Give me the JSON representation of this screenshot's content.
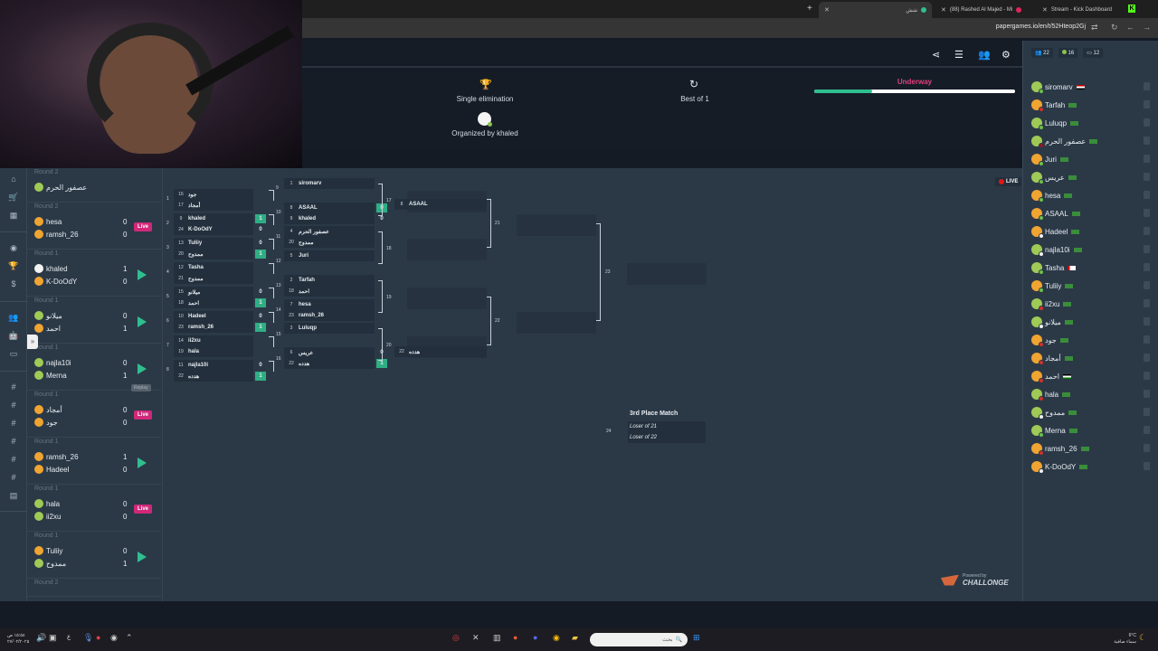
{
  "browser": {
    "tabs": [
      {
        "label": "شش",
        "active": true
      },
      {
        "label": "(88) Rashed Al Majed - Mi",
        "active": false
      },
      {
        "label": "Stream - Kick Dashboard",
        "active": false
      }
    ],
    "new_tab": "+",
    "url": "papergames.io/en/t/52Hteop2Gj"
  },
  "header": {
    "icons": [
      "share-icon",
      "list-icon",
      "users-icon",
      "gear-icon"
    ],
    "format": "Single elimination",
    "best_of": "Best of 1",
    "organizer": "Organized by khaled",
    "status": "Underway",
    "progress_fraction": 0.29,
    "accent_color": "#2fbf8f",
    "status_color": "#e0407e"
  },
  "stats": {
    "players": "22",
    "online": "16",
    "bots": "12"
  },
  "players": [
    {
      "name": "siromarv",
      "av": "g",
      "st": "#6cc04a",
      "flag": "eg"
    },
    {
      "name": "Tarfah",
      "av": "y",
      "st": "#d0312d",
      "flag": "sa"
    },
    {
      "name": "Luluqp",
      "av": "g",
      "st": "#6cc04a",
      "flag": "sa"
    },
    {
      "name": "عصفور الحرم",
      "av": "g",
      "st": "#8b1a2a",
      "flag": "sa"
    },
    {
      "name": "Juri",
      "av": "y",
      "st": "#6cc04a",
      "flag": "sa"
    },
    {
      "name": "عريس",
      "av": "g",
      "st": "#6cc04a",
      "flag": "sa"
    },
    {
      "name": "hesa",
      "av": "y",
      "st": "#6cc04a",
      "flag": "sa"
    },
    {
      "name": "ASAAL",
      "av": "y",
      "st": "#6cc04a",
      "flag": "sa"
    },
    {
      "name": "Hadeel",
      "av": "y",
      "st": "#f2f2f2",
      "flag": "sa"
    },
    {
      "name": "najla10i",
      "av": "g",
      "st": "#f2f2f2",
      "flag": "sa"
    },
    {
      "name": "Tasha",
      "av": "g",
      "st": "#6cc04a",
      "flag": "ae"
    },
    {
      "name": "Tuliiy",
      "av": "y",
      "st": "#6cc04a",
      "flag": "sa"
    },
    {
      "name": "ii2xu",
      "av": "g",
      "st": "#d0312d",
      "flag": "sa"
    },
    {
      "name": "ميلانو",
      "av": "g",
      "st": "#f2f2f2",
      "flag": "sa"
    },
    {
      "name": "جود",
      "av": "y",
      "st": "#d0312d",
      "flag": "sa"
    },
    {
      "name": "أمجاد",
      "av": "y",
      "st": "#d0312d",
      "flag": "sa"
    },
    {
      "name": "احمد",
      "av": "y",
      "st": "#d0312d",
      "flag": "jo"
    },
    {
      "name": "hala",
      "av": "g",
      "st": "#d0312d",
      "flag": "sa"
    },
    {
      "name": "ممدوح",
      "av": "g",
      "st": "#f2f2f2",
      "flag": "sa"
    },
    {
      "name": "Merna",
      "av": "g",
      "st": "#6cc04a",
      "flag": "sa"
    },
    {
      "name": "ramsh_26",
      "av": "y",
      "st": "#d0312d",
      "flag": "sa"
    },
    {
      "name": "K-DoOdY",
      "av": "y",
      "st": "#f2f2f2",
      "flag": "sa"
    }
  ],
  "matches": [
    {
      "round": "Round 2",
      "p1": "عصفور الحرم",
      "s1": "",
      "p2": "",
      "s2": "",
      "action": "none",
      "a1": "g"
    },
    {
      "round": "Round 2",
      "p1": "hesa",
      "s1": "0",
      "p2": "ramsh_26",
      "s2": "0",
      "action": "live",
      "a1": "y",
      "a2": "y"
    },
    {
      "round": "Round 1",
      "p1": "khaled",
      "s1": "1",
      "p2": "K-DoOdY",
      "s2": "0",
      "action": "play",
      "a1": "w",
      "a2": "y"
    },
    {
      "round": "Round 1",
      "p1": "ميلانو",
      "s1": "0",
      "p2": "احمد",
      "s2": "1",
      "action": "play",
      "a1": "g",
      "a2": "y"
    },
    {
      "round": "Round 1",
      "p1": "najla10i",
      "s1": "0",
      "p2": "Merna",
      "s2": "1",
      "action": "play",
      "a1": "g",
      "a2": "g"
    },
    {
      "round": "Round 1",
      "p1": "أمجاد",
      "s1": "0",
      "p2": "جود",
      "s2": "0",
      "action": "live",
      "a1": "y",
      "a2": "y"
    },
    {
      "round": "Round 1",
      "p1": "ramsh_26",
      "s1": "1",
      "p2": "Hadeel",
      "s2": "0",
      "action": "play",
      "a1": "y",
      "a2": "y"
    },
    {
      "round": "Round 1",
      "p1": "hala",
      "s1": "0",
      "p2": "ii2xu",
      "s2": "0",
      "action": "live",
      "a1": "g",
      "a2": "g"
    },
    {
      "round": "Round 1",
      "p1": "Tuliiy",
      "s1": "0",
      "p2": "ممدوح",
      "s2": "1",
      "action": "play",
      "a1": "y",
      "a2": "g"
    },
    {
      "round": "Round 2"
    }
  ],
  "live_label": "Live",
  "replay_tooltip": "Replay",
  "bracket": {
    "round1": [
      {
        "n": "1",
        "next": "9",
        "a": {
          "seed": "16",
          "name": "جود",
          "score": ""
        },
        "b": {
          "seed": "17",
          "name": "أمجاد",
          "score": ""
        }
      },
      {
        "n": "2",
        "next": "10",
        "a": {
          "seed": "9",
          "name": "khaled",
          "score": "1",
          "win": true
        },
        "b": {
          "seed": "24",
          "name": "K-DoOdY",
          "score": "0"
        }
      },
      {
        "n": "3",
        "next": "11",
        "a": {
          "seed": "13",
          "name": "Tuliiy",
          "score": "0"
        },
        "b": {
          "seed": "20",
          "name": "ممدوح",
          "score": "1",
          "win": true
        }
      },
      {
        "n": "4",
        "next": "12",
        "a": {
          "seed": "12",
          "name": "Tasha",
          "score": ""
        },
        "b": {
          "seed": "21",
          "name": "ممدوح",
          "score": ""
        }
      },
      {
        "n": "5",
        "next": "13",
        "a": {
          "seed": "15",
          "name": "ميلانو",
          "score": "0"
        },
        "b": {
          "seed": "18",
          "name": "احمد",
          "score": "1",
          "win": true
        }
      },
      {
        "n": "6",
        "next": "14",
        "a": {
          "seed": "10",
          "name": "Hadeel",
          "score": "0"
        },
        "b": {
          "seed": "23",
          "name": "ramsh_26",
          "score": "1",
          "win": true
        }
      },
      {
        "n": "7",
        "next": "15",
        "a": {
          "seed": "14",
          "name": "ii2xu",
          "score": ""
        },
        "b": {
          "seed": "19",
          "name": "hala",
          "score": ""
        }
      },
      {
        "n": "8",
        "next": "16",
        "a": {
          "seed": "11",
          "name": "najla10i",
          "score": "0"
        },
        "b": {
          "seed": "22",
          "name": "هدده",
          "score": "1",
          "win": true
        }
      }
    ],
    "round2": [
      {
        "n": "17",
        "bye": {
          "seed": "1",
          "name": "siromarv"
        },
        "a": {
          "seed": "8",
          "name": "ASAAL",
          "score": "0",
          "win": true
        },
        "b": {
          "seed": "9",
          "name": "khaled",
          "score": "0"
        }
      },
      {
        "n": "18",
        "a": {
          "seed": "4",
          "name": "عصفور الحرم"
        },
        "b": {
          "seed": "20",
          "name": "ممدوح"
        },
        "c": {
          "seed": "5",
          "name": "Juri"
        }
      },
      {
        "n": "19",
        "a": {
          "seed": "2",
          "name": "Tarfah"
        },
        "b": {
          "seed": "18",
          "name": "احمد"
        },
        "c": {
          "seed": "7",
          "name": "hesa"
        },
        "d": {
          "seed": "23",
          "name": "ramsh_26"
        }
      },
      {
        "n": "20",
        "a": {
          "seed": "3",
          "name": "Luluqp"
        },
        "b": {
          "seed": "6",
          "name": "عريس",
          "score": "0"
        },
        "c": {
          "seed": "22",
          "name": "هدده",
          "score": "1",
          "win": true
        }
      }
    ],
    "round3": [
      {
        "seed": "8",
        "name": "ASAAL"
      },
      {
        "seed": "22",
        "name": "هدده"
      }
    ],
    "labels": {
      "m21": "21",
      "m22": "22",
      "m23": "23",
      "m24": "24"
    },
    "third_place": {
      "title": "3rd Place Match",
      "a": "Loser of 21",
      "b": "Loser of 22"
    }
  },
  "live_badge": "LIVE",
  "powered": {
    "line1": "Powered by",
    "line2": "CHALLONGE"
  },
  "taskbar": {
    "search_placeholder": "بحث",
    "weather_temp": "6°C",
    "weather_desc": "سماء صافية",
    "time": "١٥:٥٨ ص",
    "date": "٢٧/٠٢/٢٠٢٥",
    "lang": "ع"
  }
}
